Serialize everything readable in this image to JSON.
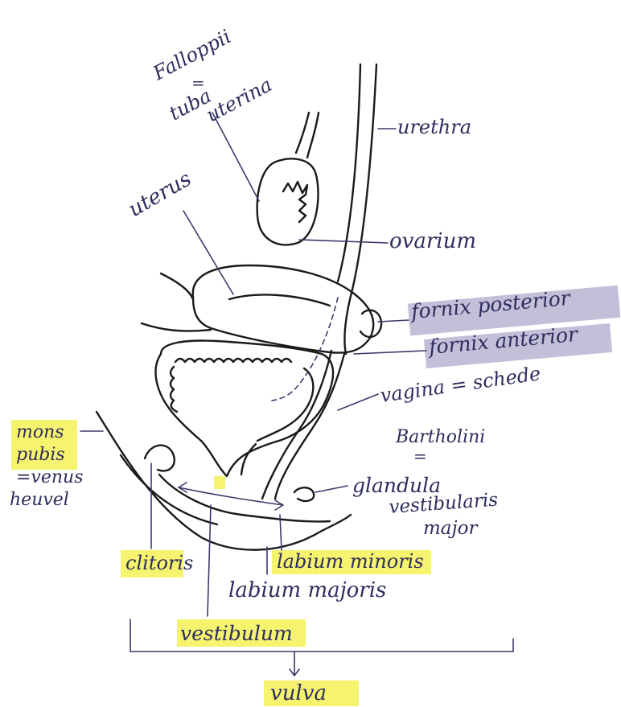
{
  "labels": {
    "falloppii": "Falloppii",
    "equals_1": "=",
    "tuba": "tuba",
    "uterina": "uterina",
    "urethra": "urethra",
    "uterus": "uterus",
    "ovarium": "ovarium",
    "fornix_posterior": "fornix posterior",
    "fornix_anterior": "fornix anterior",
    "vagina": "vagina = schede",
    "mons": "mons",
    "pubis": "pubis",
    "venus": "=venus",
    "heuvel": "heuvel",
    "bartholini": "Bartholini",
    "equals_2": "=",
    "glandula": "glandula",
    "vestibularis": "vestibularis",
    "major": "major",
    "clitoris": "clitoris",
    "labium_minoris": "labium minoris",
    "labium_majoris": "labium majoris",
    "vestibulum": "vestibulum",
    "vulva": "vulva"
  },
  "colors": {
    "ink": "#1a1a1a",
    "pen": "#2d2d5e",
    "highlight_yellow": "#f3ef3e",
    "highlight_purple": "#a9a4c8"
  }
}
